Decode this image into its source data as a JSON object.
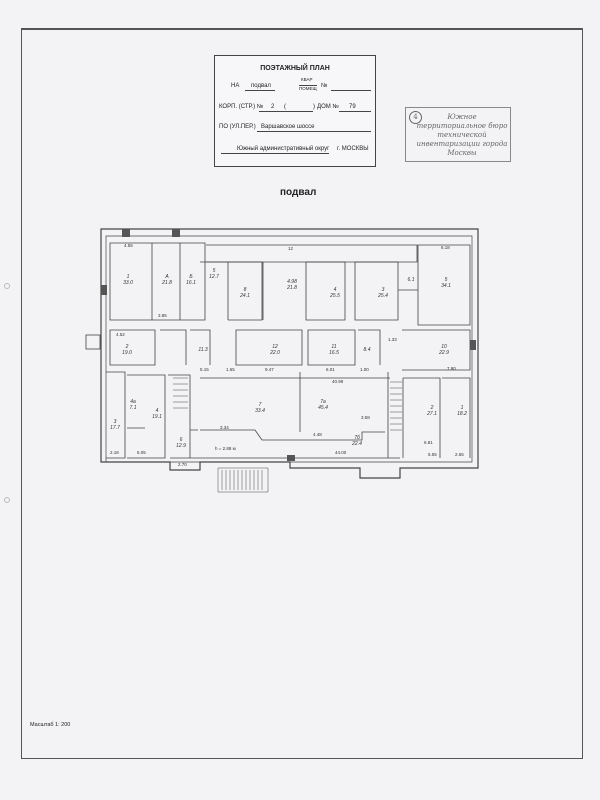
{
  "title_block": {
    "heading": "ПОЭТАЖНЫЙ ПЛАН",
    "na_label": "НА",
    "na_value": "подвал",
    "kvar_label": "КВАР",
    "pomeshch_label": "ПОМЕЩ",
    "number_label": "№",
    "korp_label": "КОРП. (СТР.) №",
    "korp_value": "2",
    "paren_open": "(",
    "paren_close": ")",
    "dom_label": "ДОМ №",
    "dom_value": "79",
    "street_label": "ПО (УЛ.ПЕР.)",
    "street_value": "Варшавское шоссе",
    "district_value": "Южный административный округ",
    "city_label": "г. МОСКВЫ"
  },
  "stamp": {
    "number": "4",
    "text": "Южное территориальное бюро технической инвентаризации города Москвы"
  },
  "floor_title": "подвал",
  "rooms": [
    "1\n33.0",
    "А\n21.8",
    "Б\n16.1",
    "5\n12.7",
    "8\n24.1",
    "4.98\n21.8",
    "4\n25.5",
    "3\n25.4",
    "6.1",
    "5\n34.1",
    "2\n19.0",
    "11.3",
    "12\n22.0",
    "11\n16.5",
    "8.4",
    "10\n22.9",
    "3\n17.7",
    "4а\n7.1",
    "4\n19.1",
    "6\n12.9",
    "7\n33.4",
    "7а\n45.4",
    "7б\n22.4",
    "2\n27.1",
    "1\n18.2"
  ],
  "dimensions": [
    "4.55",
    "12",
    "6.18",
    "4.52",
    "3.85",
    "5.15",
    "1.65",
    "9.47",
    "6.01",
    "1.00",
    "1.33",
    "7.90",
    "40.99",
    "3.34",
    "4.48",
    "3.58",
    "44.00",
    "2.18",
    "5.05",
    "2.70",
    "5.55",
    "2.55",
    "6.81",
    "h = 2.88 м"
  ],
  "scale_note": "Масштаб 1: 200"
}
